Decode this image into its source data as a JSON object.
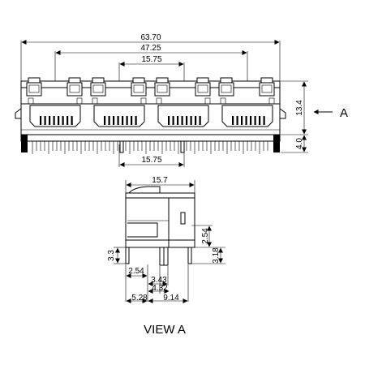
{
  "front_view": {
    "overall_width": "63.70",
    "outer_port_pitch": "47.25",
    "port_pitch_top": "15.75",
    "port_pitch_bottom": "15.75",
    "body_height": "13.4",
    "pin_height": "4.0",
    "view_arrow_label": "A"
  },
  "side_view": {
    "depth": "15.7",
    "latch_height": "2.54",
    "pin_offset_left": "3.3",
    "pin_offset_right": "3.18",
    "pin_spacing": "2.54",
    "peg_distance_1": "3.43",
    "peg_distance_2": "4.32",
    "front_offset": "5.28",
    "rear_offset": "9.14",
    "caption": "VIEW A"
  }
}
